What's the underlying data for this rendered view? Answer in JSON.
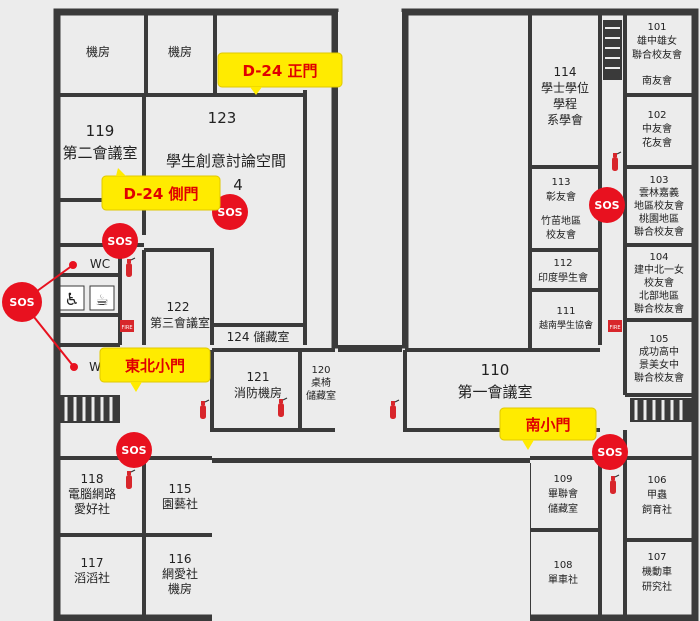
{
  "rooms": {
    "machine_a": "機房",
    "machine_b": "機房",
    "r123_num": "123",
    "r123_name": "學生創意討論空間",
    "r123_frag": "4",
    "r119_num": "119",
    "r119_name": "第二會議室",
    "wc_top": "WC",
    "wc_bottom": "W",
    "r122_num": "122",
    "r122_name": "第三會議室",
    "r124": "124 儲藏室",
    "r121_num": "121",
    "r121_name": "消防機房",
    "r120_num": "120",
    "r120_l1": "桌椅",
    "r120_l2": "儲藏室",
    "r110_num": "110",
    "r110_name": "第一會議室",
    "r118_num": "118",
    "r118_l1": "電腦網路",
    "r118_l2": "愛好社",
    "r115_num": "115",
    "r115_name": "園藝社",
    "r117_num": "117",
    "r117_name": "滔滔社",
    "r116_num": "116",
    "r116_l1": "網愛社",
    "r116_l2": "機房",
    "r114_num": "114",
    "r114_l1": "學士學位",
    "r114_l2": "學程",
    "r114_l3": "系學會",
    "r113_num": "113",
    "r113_l1": "彰友會",
    "r113_l2": "竹苗地區",
    "r113_l3": "校友會",
    "r112_num": "112",
    "r112_name": "印度學生會",
    "r111_num": "111",
    "r111_name": "越南學生協會",
    "r109_num": "109",
    "r109_l1": "畢聯會",
    "r109_l2": "儲藏室",
    "r108_num": "108",
    "r108_name": "單車社",
    "r101_num": "101",
    "r101_l1": "雄中雄女",
    "r101_l2": "聯合校友會",
    "r101_l3": "南友會",
    "r102_num": "102",
    "r102_l1": "中友會",
    "r102_l2": "花友會",
    "r103_num": "103",
    "r103_l1": "雲林嘉義",
    "r103_l2": "地區校友會",
    "r103_l3": "桃園地區",
    "r103_l4": "聯合校友會",
    "r104_num": "104",
    "r104_l1": "建中北一女",
    "r104_l2": "校友會",
    "r104_l3": "北部地區",
    "r104_l4": "聯合校友會",
    "r105_num": "105",
    "r105_l1": "成功高中",
    "r105_l2": "景美女中",
    "r105_l3": "聯合校友會",
    "r106_num": "106",
    "r106_l1": "甲蟲",
    "r106_l2": "飼育社",
    "r107_num": "107",
    "r107_l1": "機動車",
    "r107_l2": "研究社"
  },
  "doors": {
    "main": "D-24 正門",
    "side": "D-24 側門",
    "northeast": "東北小門",
    "south": "南小門"
  },
  "sos_label": "SOS",
  "fire_label": "FIRE",
  "icons": [
    "fire-extinguisher-icon",
    "fire-alarm-icon",
    "accessible-toilet-icon",
    "coffee-icon",
    "sos-marker-icon"
  ],
  "colors": {
    "background": "#ececec",
    "wall": "#3a3a3a",
    "sos": "#e8111f",
    "callout_fill": "#ffeb00",
    "callout_text": "#e00000"
  }
}
